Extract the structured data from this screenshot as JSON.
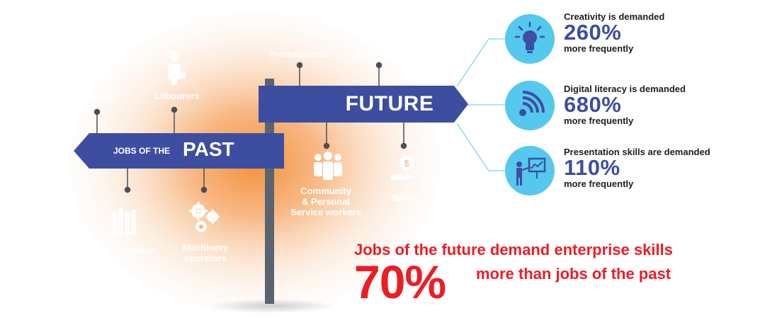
{
  "colors": {
    "sign_blue": "#3d4ea0",
    "stat_blue": "#3d4ea0",
    "circle_cyan": "#55c8ee",
    "headline_red": "#ee1c25",
    "pole_gray": "#5a6470",
    "glow_orange": "#f39c4c"
  },
  "signs": {
    "future": "FUTURE",
    "past_prefix": "JOBS OF THE",
    "past": "PAST"
  },
  "past_jobs": {
    "top": [
      {
        "label": "ctions",
        "icon": "hourglass-icon"
      },
      {
        "label": "Labourers",
        "icon": "worker-icon"
      }
    ],
    "bottom": [
      {
        "label": "istration",
        "icon": "books-icon"
      },
      {
        "label": "Machinery\noperators",
        "icon": "gears-icon"
      }
    ]
  },
  "future_jobs": {
    "top": [
      {
        "label": "Professionals",
        "icon": "briefcase-icon"
      },
      {
        "label": "Manag",
        "icon": "manager-icon"
      }
    ],
    "bottom": [
      {
        "label": "Community\n& Personal\nService workers",
        "icon": "people-icon"
      },
      {
        "label": "Sales",
        "icon": "money-hand-icon"
      }
    ]
  },
  "stats": [
    {
      "label": "Creativity is demanded",
      "value": "260%",
      "sub": "more frequently",
      "icon": "lightbulb-icon"
    },
    {
      "label": "Digital literacy is demanded",
      "value": "680%",
      "sub": "more frequently",
      "icon": "signal-icon"
    },
    {
      "label": "Presentation skills are demanded",
      "value": "110%",
      "sub": "more frequently",
      "icon": "presenter-icon"
    }
  ],
  "headline": {
    "line1": "Jobs of the future demand enterprise skills",
    "big": "70%",
    "line2": "more than jobs of the past"
  }
}
